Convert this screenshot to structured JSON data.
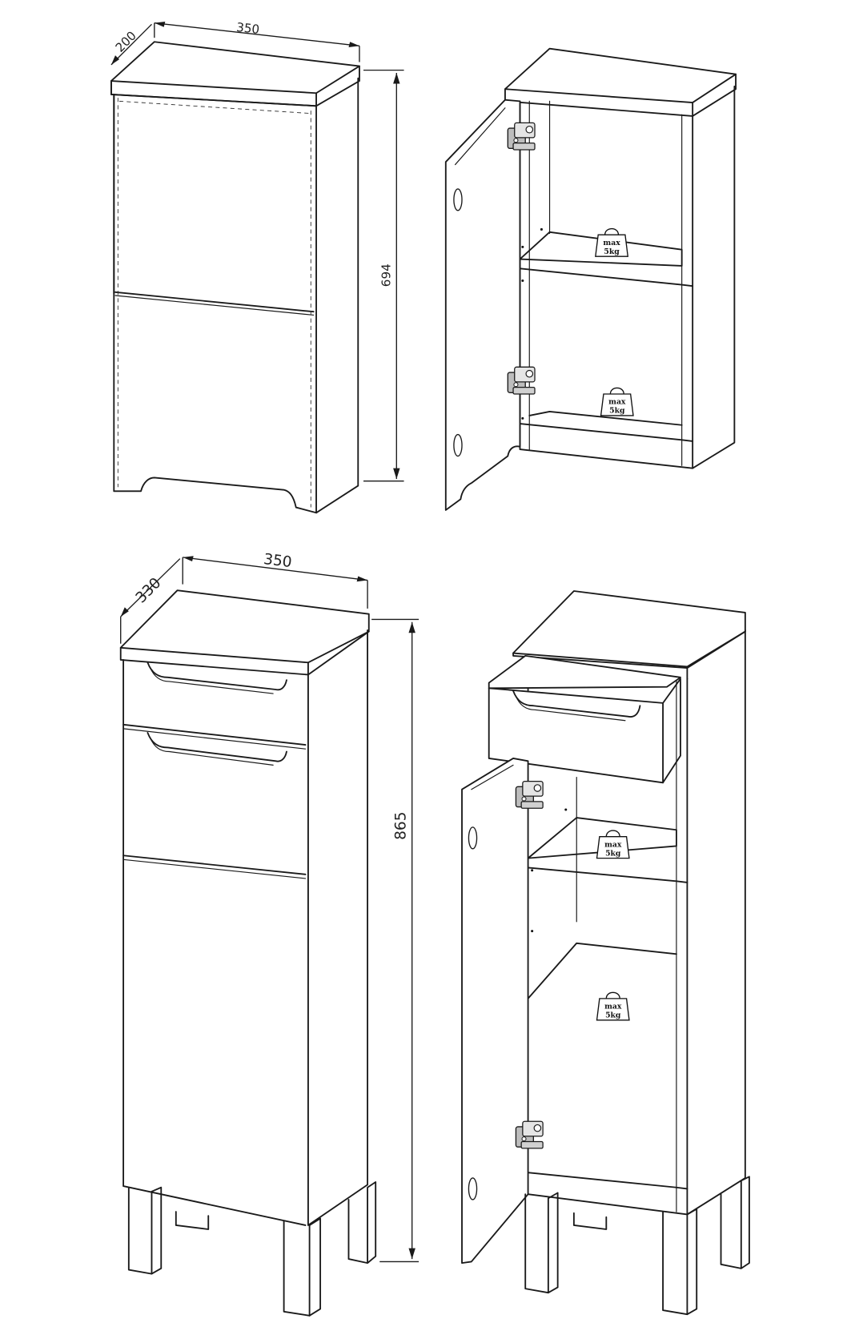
{
  "wall_cabinet": {
    "dimensions": {
      "depth": "200",
      "width": "350",
      "height": "694"
    },
    "shelf_load": {
      "top_line": "max",
      "bottom_line": "5kg"
    }
  },
  "floor_cabinet": {
    "dimensions": {
      "depth": "330",
      "width": "350",
      "height": "865"
    },
    "shelf_load": {
      "top_line": "max",
      "bottom_line": "5kg"
    }
  },
  "colors": {
    "line": "#1a1a1a",
    "background": "#ffffff",
    "hinge_fill": "#bdbdbd"
  }
}
